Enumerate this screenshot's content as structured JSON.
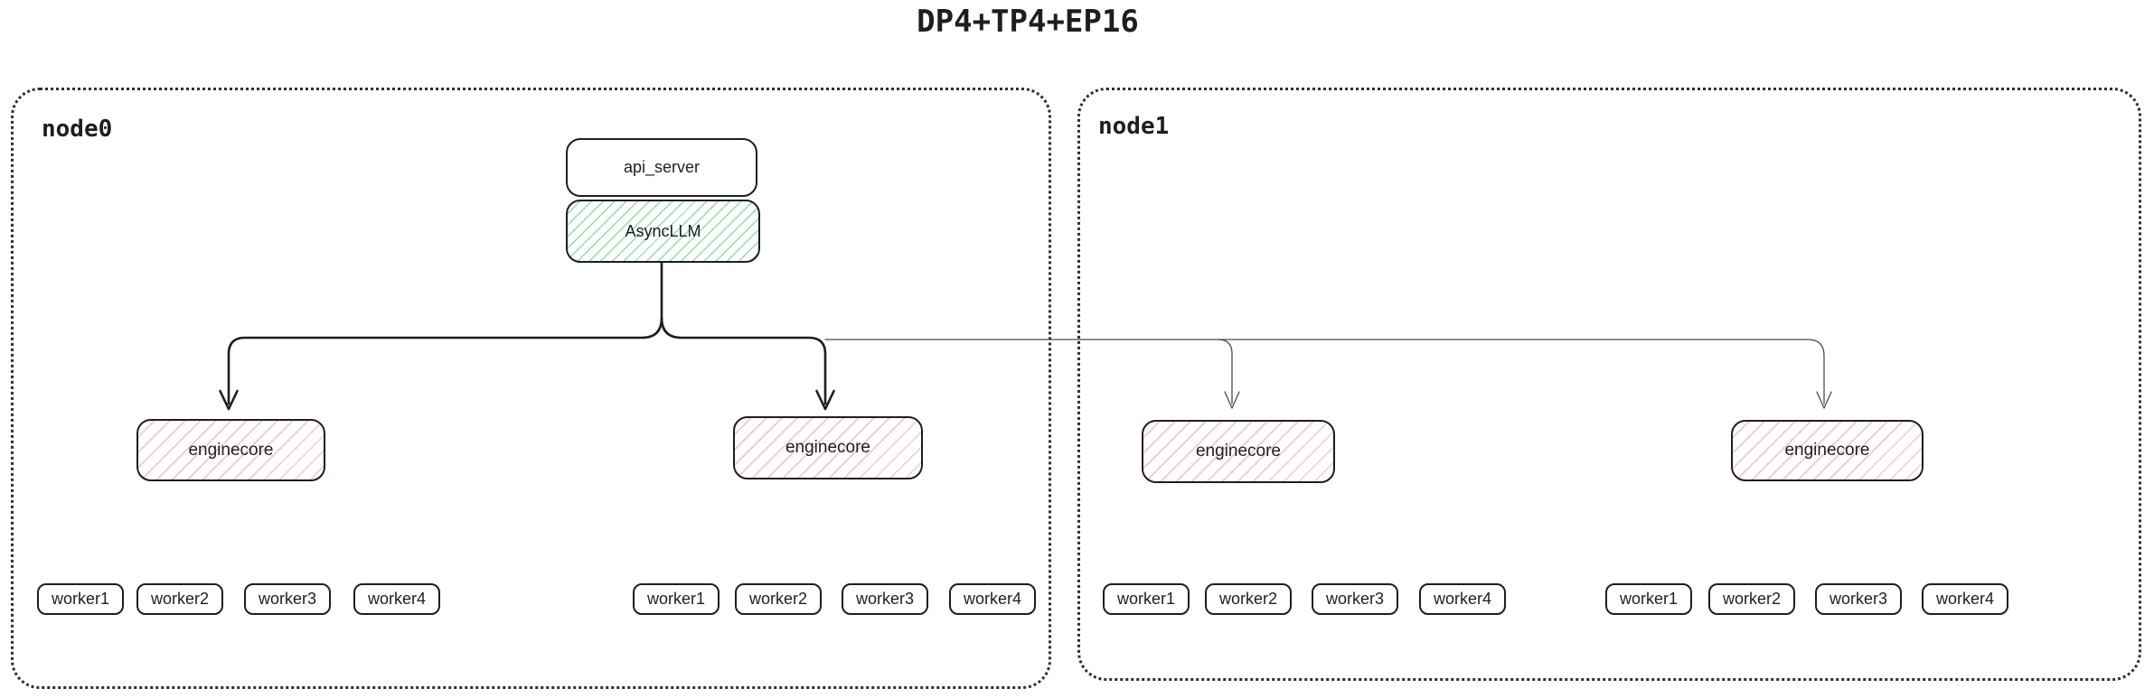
{
  "title": "DP4+TP4+EP16",
  "colors": {
    "stroke": "#1e1e1e",
    "green_hatch": "#8ce0a4",
    "red_hatch": "#f6bcbc",
    "thin_line": "#4d4d4d",
    "background": "#ffffff"
  },
  "nodes": [
    {
      "label": "node0",
      "api_server_label": "api_server",
      "async_llm_label": "AsyncLLM",
      "enginecores": [
        "enginecore",
        "enginecore"
      ],
      "worker_groups": [
        [
          "worker1",
          "worker2",
          "worker3",
          "worker4"
        ],
        [
          "worker1",
          "worker2",
          "worker3",
          "worker4"
        ]
      ]
    },
    {
      "label": "node1",
      "enginecores": [
        "enginecore",
        "enginecore"
      ],
      "worker_groups": [
        [
          "worker1",
          "worker2",
          "worker3",
          "worker4"
        ],
        [
          "worker1",
          "worker2",
          "worker3",
          "worker4"
        ]
      ]
    }
  ]
}
